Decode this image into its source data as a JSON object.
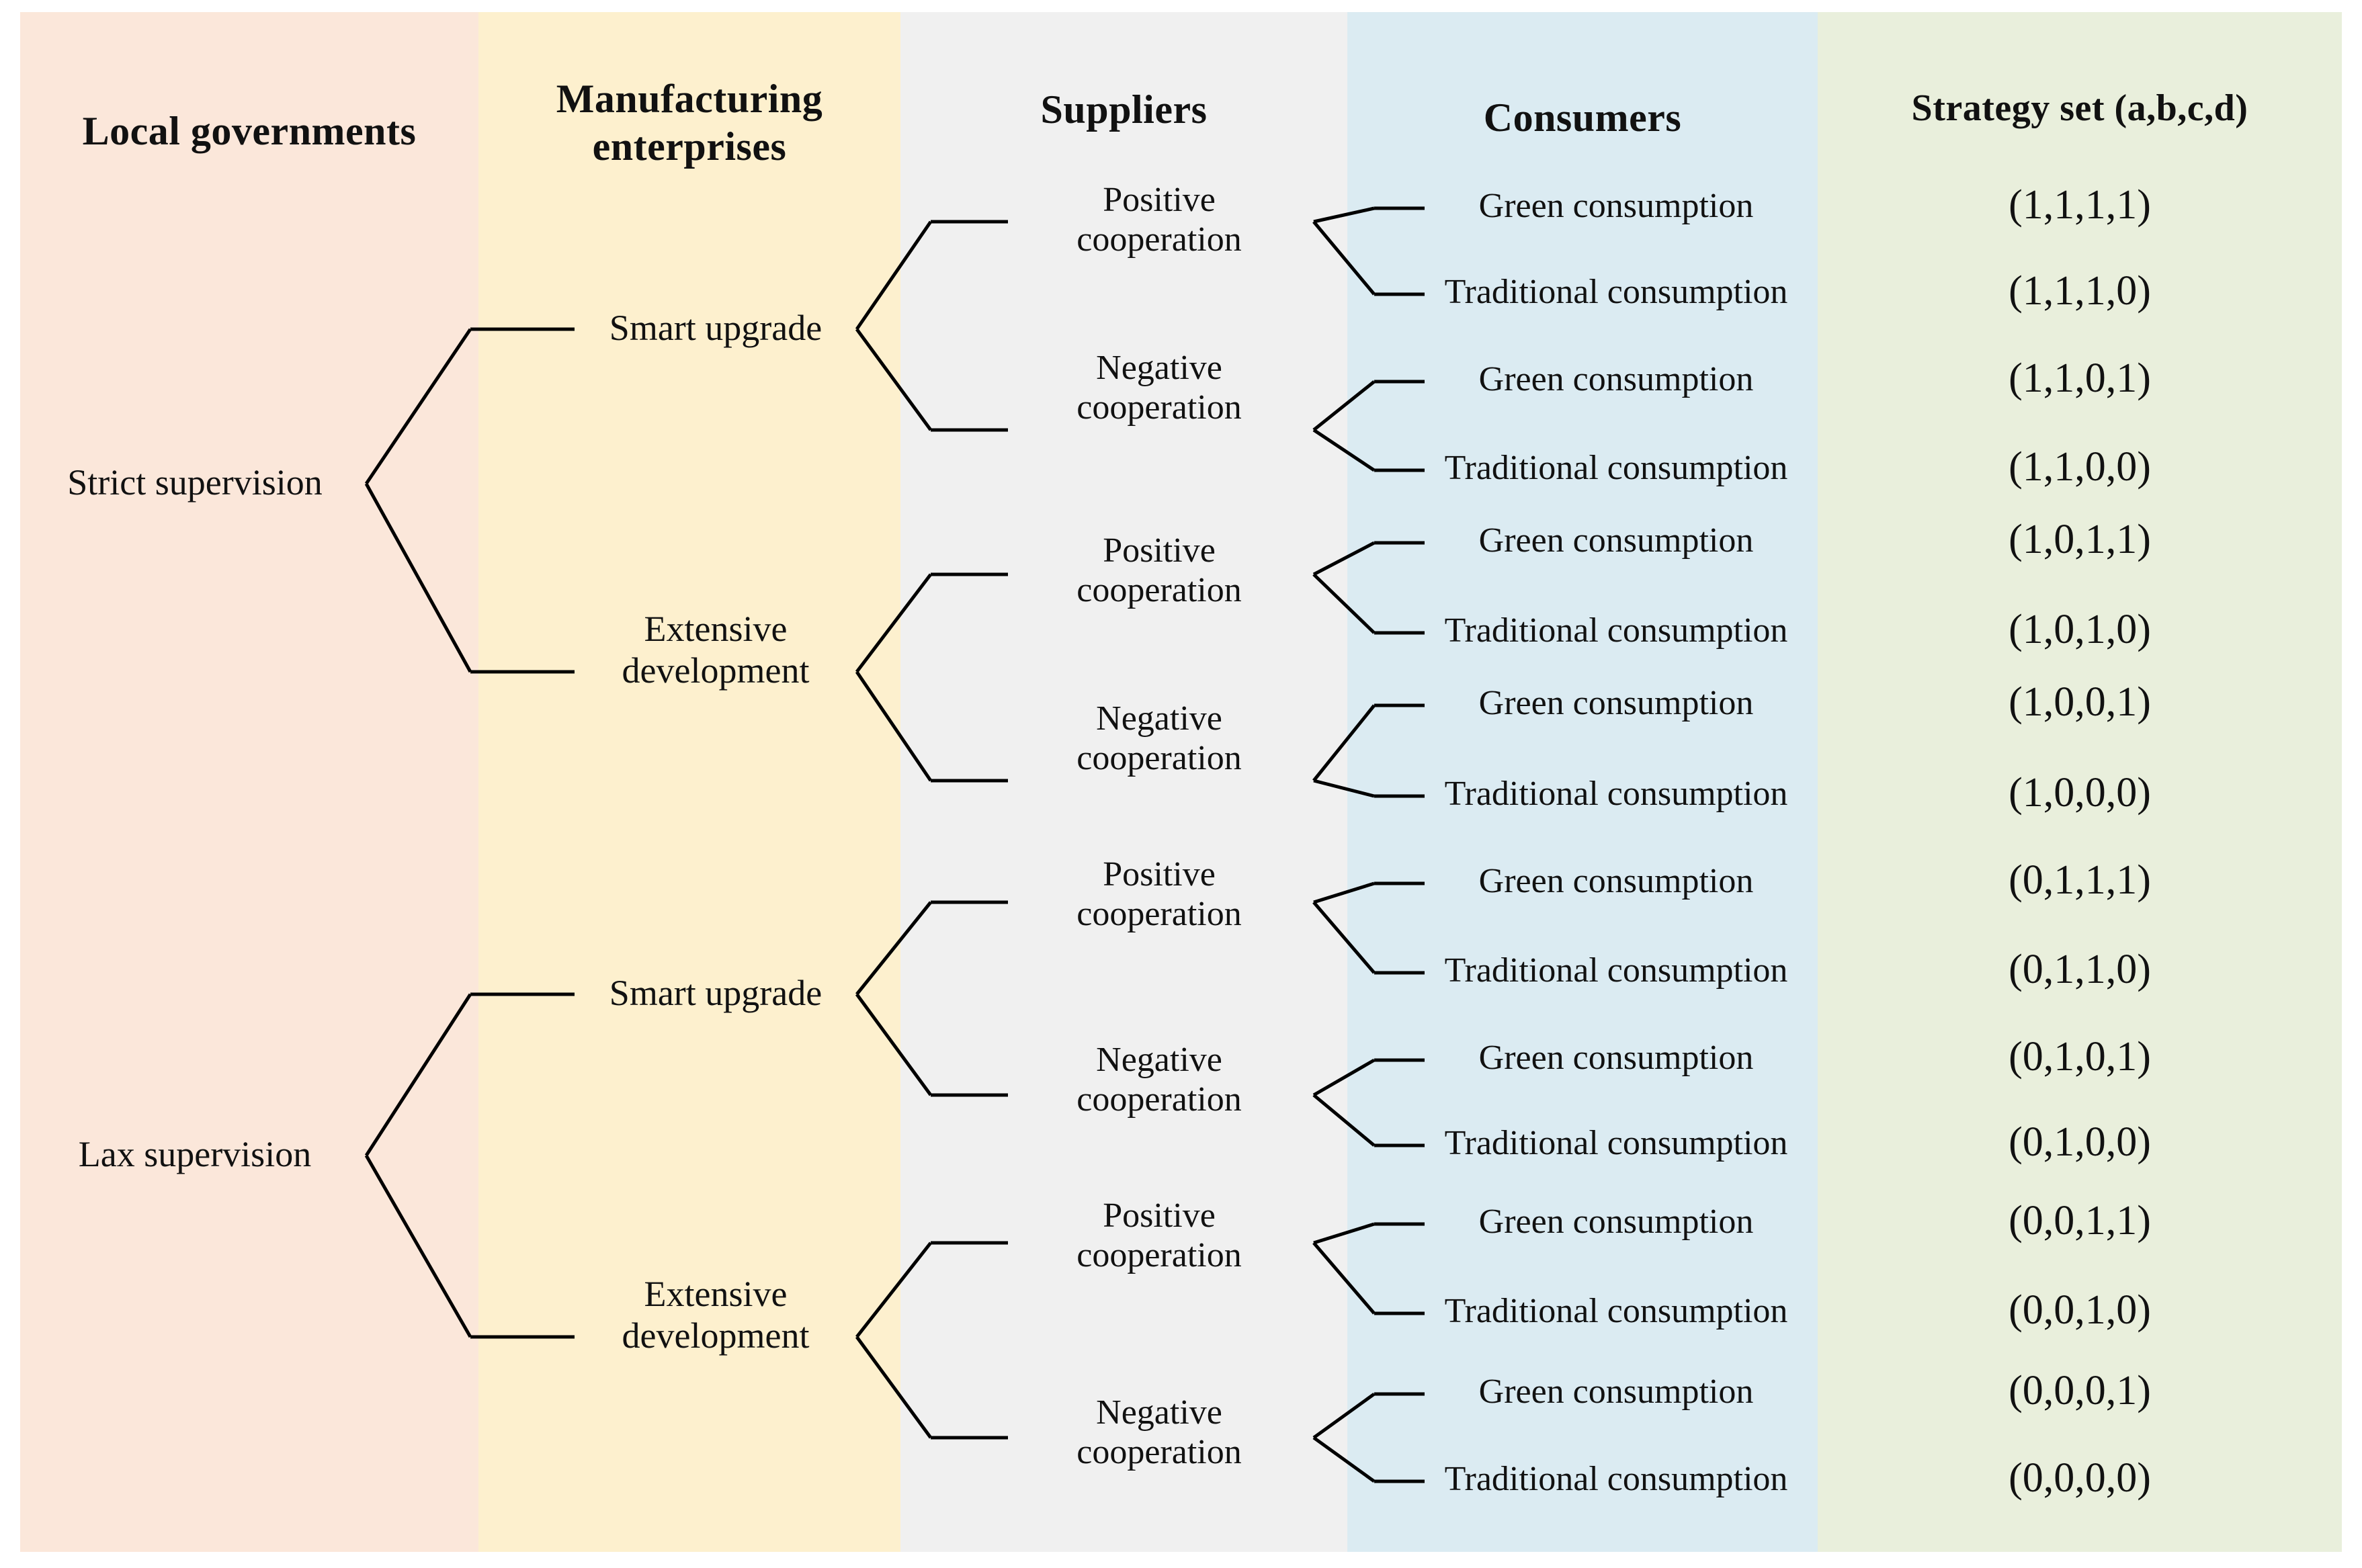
{
  "columns": [
    {
      "key": "local_governments",
      "title": "Local governments",
      "color": "#FBE7DA"
    },
    {
      "key": "manufacturing_enterprises",
      "title": "Manufacturing\nenterprises",
      "color": "#FDF0CE"
    },
    {
      "key": "suppliers",
      "title": "Suppliers",
      "color": "#F0F0F0"
    },
    {
      "key": "consumers",
      "title": "Consumers",
      "color": "#DBEBF2"
    },
    {
      "key": "strategy_set",
      "title": "Strategy set (a,b,c,d)",
      "color": "#E9EFDC"
    }
  ],
  "headers": {
    "local": "Local governments",
    "manufacturing_line1": "Manufacturing",
    "manufacturing_line2": "enterprises",
    "suppliers": "Suppliers",
    "consumers": "Consumers",
    "strategy": "Strategy set (a,b,c,d)"
  },
  "labels": {
    "strict_supervision": "Strict supervision",
    "lax_supervision": "Lax supervision",
    "smart_upgrade": "Smart upgrade",
    "extensive_development_line1": "Extensive",
    "extensive_development_line2": "development",
    "positive_cooperation_line1": "Positive",
    "positive_cooperation_line2": "cooperation",
    "negative_cooperation_line1": "Negative",
    "negative_cooperation_line2": "cooperation",
    "green_consumption": "Green consumption",
    "traditional_consumption": "Traditional consumption"
  },
  "tree": {
    "level1": [
      {
        "id": "g1",
        "label": "Strict supervision"
      },
      {
        "id": "g0",
        "label": "Lax supervision"
      }
    ],
    "level2": [
      {
        "id": "m1",
        "label": "Smart upgrade"
      },
      {
        "id": "m0a",
        "label": "Extensive",
        "label2": "development"
      },
      {
        "id": "m1b",
        "label": "Smart upgrade"
      },
      {
        "id": "m0b",
        "label": "Extensive",
        "label2": "development"
      }
    ],
    "level3": [
      {
        "id": "s1a",
        "label": "Positive",
        "label2": "cooperation"
      },
      {
        "id": "s0a",
        "label": "Negative",
        "label2": "cooperation"
      },
      {
        "id": "s1b",
        "label": "Positive",
        "label2": "cooperation"
      },
      {
        "id": "s0b",
        "label": "Negative",
        "label2": "cooperation"
      },
      {
        "id": "s1c",
        "label": "Positive",
        "label2": "cooperation"
      },
      {
        "id": "s0c",
        "label": "Negative",
        "label2": "cooperation"
      },
      {
        "id": "s1d",
        "label": "Positive",
        "label2": "cooperation"
      },
      {
        "id": "s0d",
        "label": "Negative",
        "label2": "cooperation"
      }
    ],
    "leaves": [
      {
        "consumer": "Green consumption",
        "strategy": "(1,1,1,1)"
      },
      {
        "consumer": "Traditional consumption",
        "strategy": "(1,1,1,0)"
      },
      {
        "consumer": "Green consumption",
        "strategy": "(1,1,0,1)"
      },
      {
        "consumer": "Traditional consumption",
        "strategy": "(1,1,0,0)"
      },
      {
        "consumer": "Green consumption",
        "strategy": "(1,0,1,1)"
      },
      {
        "consumer": "Traditional consumption",
        "strategy": "(1,0,1,0)"
      },
      {
        "consumer": "Green consumption",
        "strategy": "(1,0,0,1)"
      },
      {
        "consumer": "Traditional consumption",
        "strategy": "(1,0,0,0)"
      },
      {
        "consumer": "Green consumption",
        "strategy": "(0,1,1,1)"
      },
      {
        "consumer": "Traditional consumption",
        "strategy": "(0,1,1,0)"
      },
      {
        "consumer": "Green consumption",
        "strategy": "(0,1,0,1)"
      },
      {
        "consumer": "Traditional consumption",
        "strategy": "(0,1,0,0)"
      },
      {
        "consumer": "Green consumption",
        "strategy": "(0,0,1,1)"
      },
      {
        "consumer": "Traditional consumption",
        "strategy": "(0,0,1,0)"
      },
      {
        "consumer": "Green consumption",
        "strategy": "(0,0,0,1)"
      },
      {
        "consumer": "Traditional consumption",
        "strategy": "(0,0,0,0)"
      }
    ]
  }
}
